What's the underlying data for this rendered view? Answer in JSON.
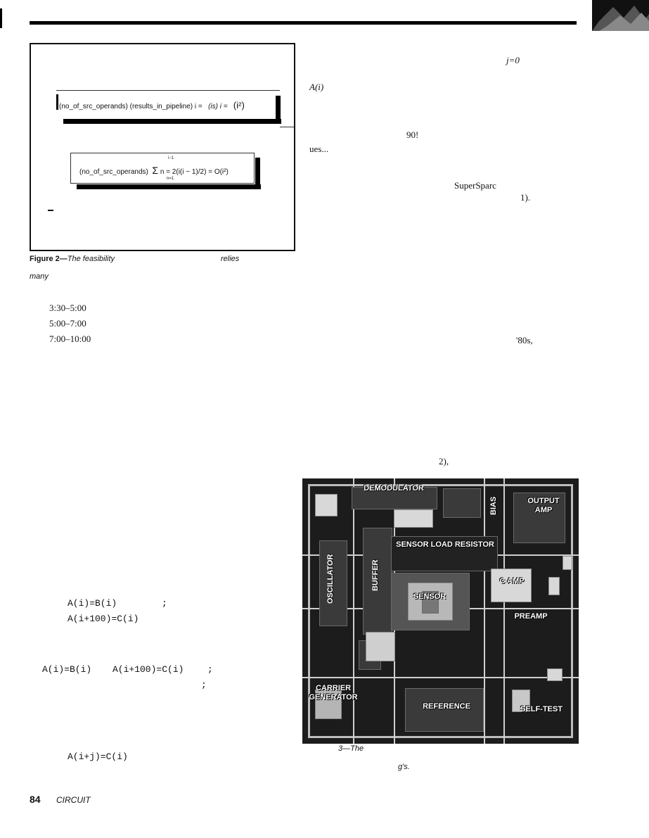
{
  "figure": {
    "eq1_text": "(no_of_src_operands) (results_in_pipeline) i =",
    "eq1_is": "(is) i =",
    "eq1_order": "(i²)",
    "eq2_prefix": "(no_of_src_operands)",
    "eq2_sum_upper": "i−1",
    "eq2_sum_lower": "n=1",
    "eq2_body": "n = 2(i(i − 1)/2) = O(i²)",
    "dash": "–",
    "caption_label": "Figure 2—",
    "caption_text": "The feasibility",
    "caption_relies": "relies",
    "caption_line2": "many"
  },
  "schedule": [
    "3:30–5:00",
    "5:00–7:00",
    "7:00–10:00"
  ],
  "code": {
    "line1": "A(i)=B(i)",
    "line1_semi": ";",
    "line2": "A(i+100)=C(i)",
    "line3a": "A(i)=B(i)",
    "line3b": "A(i+100)=C(i)",
    "line3_semi": ";",
    "line4_semi": ";",
    "line5": "A(i+j)=C(i)"
  },
  "right_col": {
    "j0": "j=0",
    "Ai": "A(i)",
    "ninety": "90!",
    "ues": "ues...",
    "supersparc": "SuperSparc",
    "one": "1).",
    "eighties": "'80s,",
    "two": "2),"
  },
  "chip": {
    "labels": {
      "demodulator": "DEMODULATOR",
      "bias": "BIAS",
      "output_amp": "OUTPUT AMP",
      "oscillator": "OSCILLATOR",
      "buffer": "BUFFER",
      "sensor_load": "SENSOR LOAD RESISTOR",
      "sensor": "SENSOR",
      "preamp": "PREAMP",
      "carrier_generator": "CARRIER GENERATOR",
      "reference": "REFERENCE",
      "self_test": "SELF-TEST",
      "c_amp": "C AMP"
    }
  },
  "fig3_caption": "3—The",
  "fig3_caption2": "g's.",
  "footer": {
    "page_number": "84",
    "magazine": "CIRCUIT"
  }
}
